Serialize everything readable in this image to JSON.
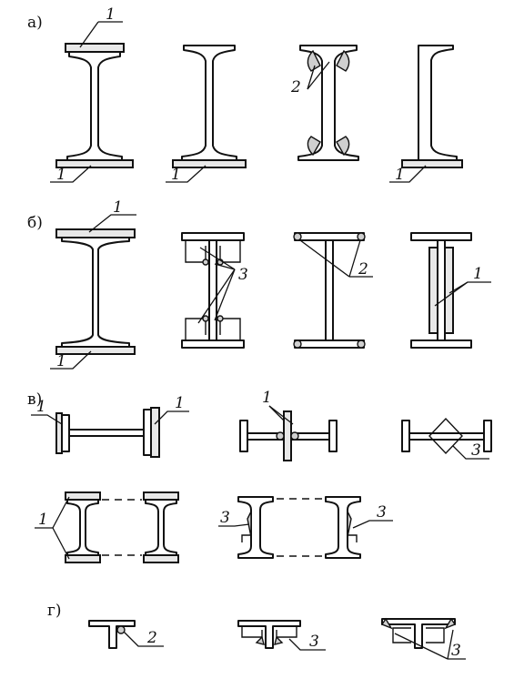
{
  "sections": {
    "a": "а)",
    "b": "б)",
    "v": "в)",
    "g": "г)"
  },
  "labels": {
    "one": "1",
    "two": "2",
    "three": "3"
  }
}
